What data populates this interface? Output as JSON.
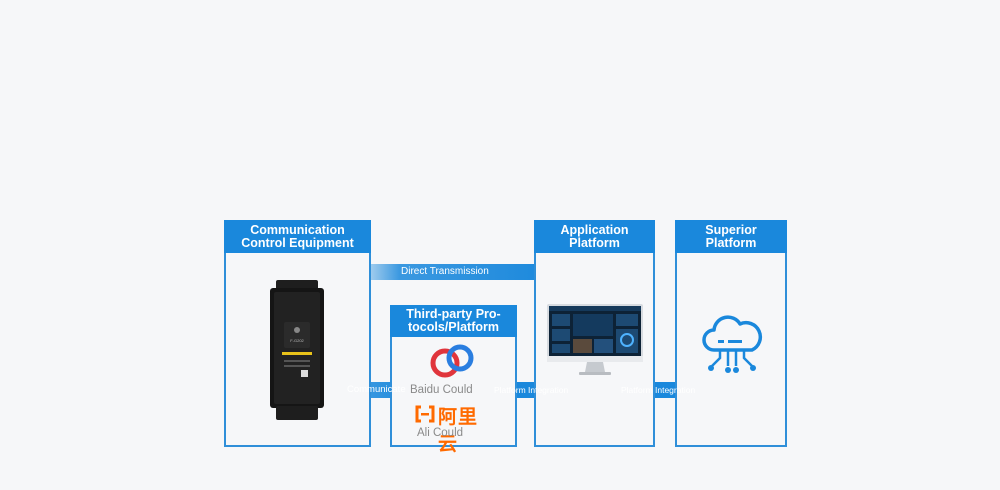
{
  "panels": {
    "communication": {
      "title": "Communication\nControl Equipment"
    },
    "third_party": {
      "title": "Third-party Pro-\ntocols/Platform"
    },
    "application": {
      "title": "Application\nPlatform"
    },
    "superior": {
      "title": "Superior\nPlatform"
    }
  },
  "arrows": {
    "direct": "Direct Transmission",
    "communicate": "Communicate",
    "integration_1": "Platform Integration",
    "integration_2": "Platform Integration"
  },
  "brands": {
    "baidu": "Baidu Could",
    "ali_cn": "阿里云",
    "ali": "Ali Could"
  },
  "device": {
    "label": "F-G202"
  },
  "colors": {
    "accent": "#1a88dc",
    "border": "#2f8fd9",
    "ali_orange": "#ff6a00",
    "baidu_red": "#e0353c",
    "baidu_blue": "#2a7ee0"
  },
  "icons": [
    "router-device",
    "baidu-cloud-logo",
    "aliyun-logo",
    "monitor-dashboard",
    "cloud-network-icon"
  ]
}
